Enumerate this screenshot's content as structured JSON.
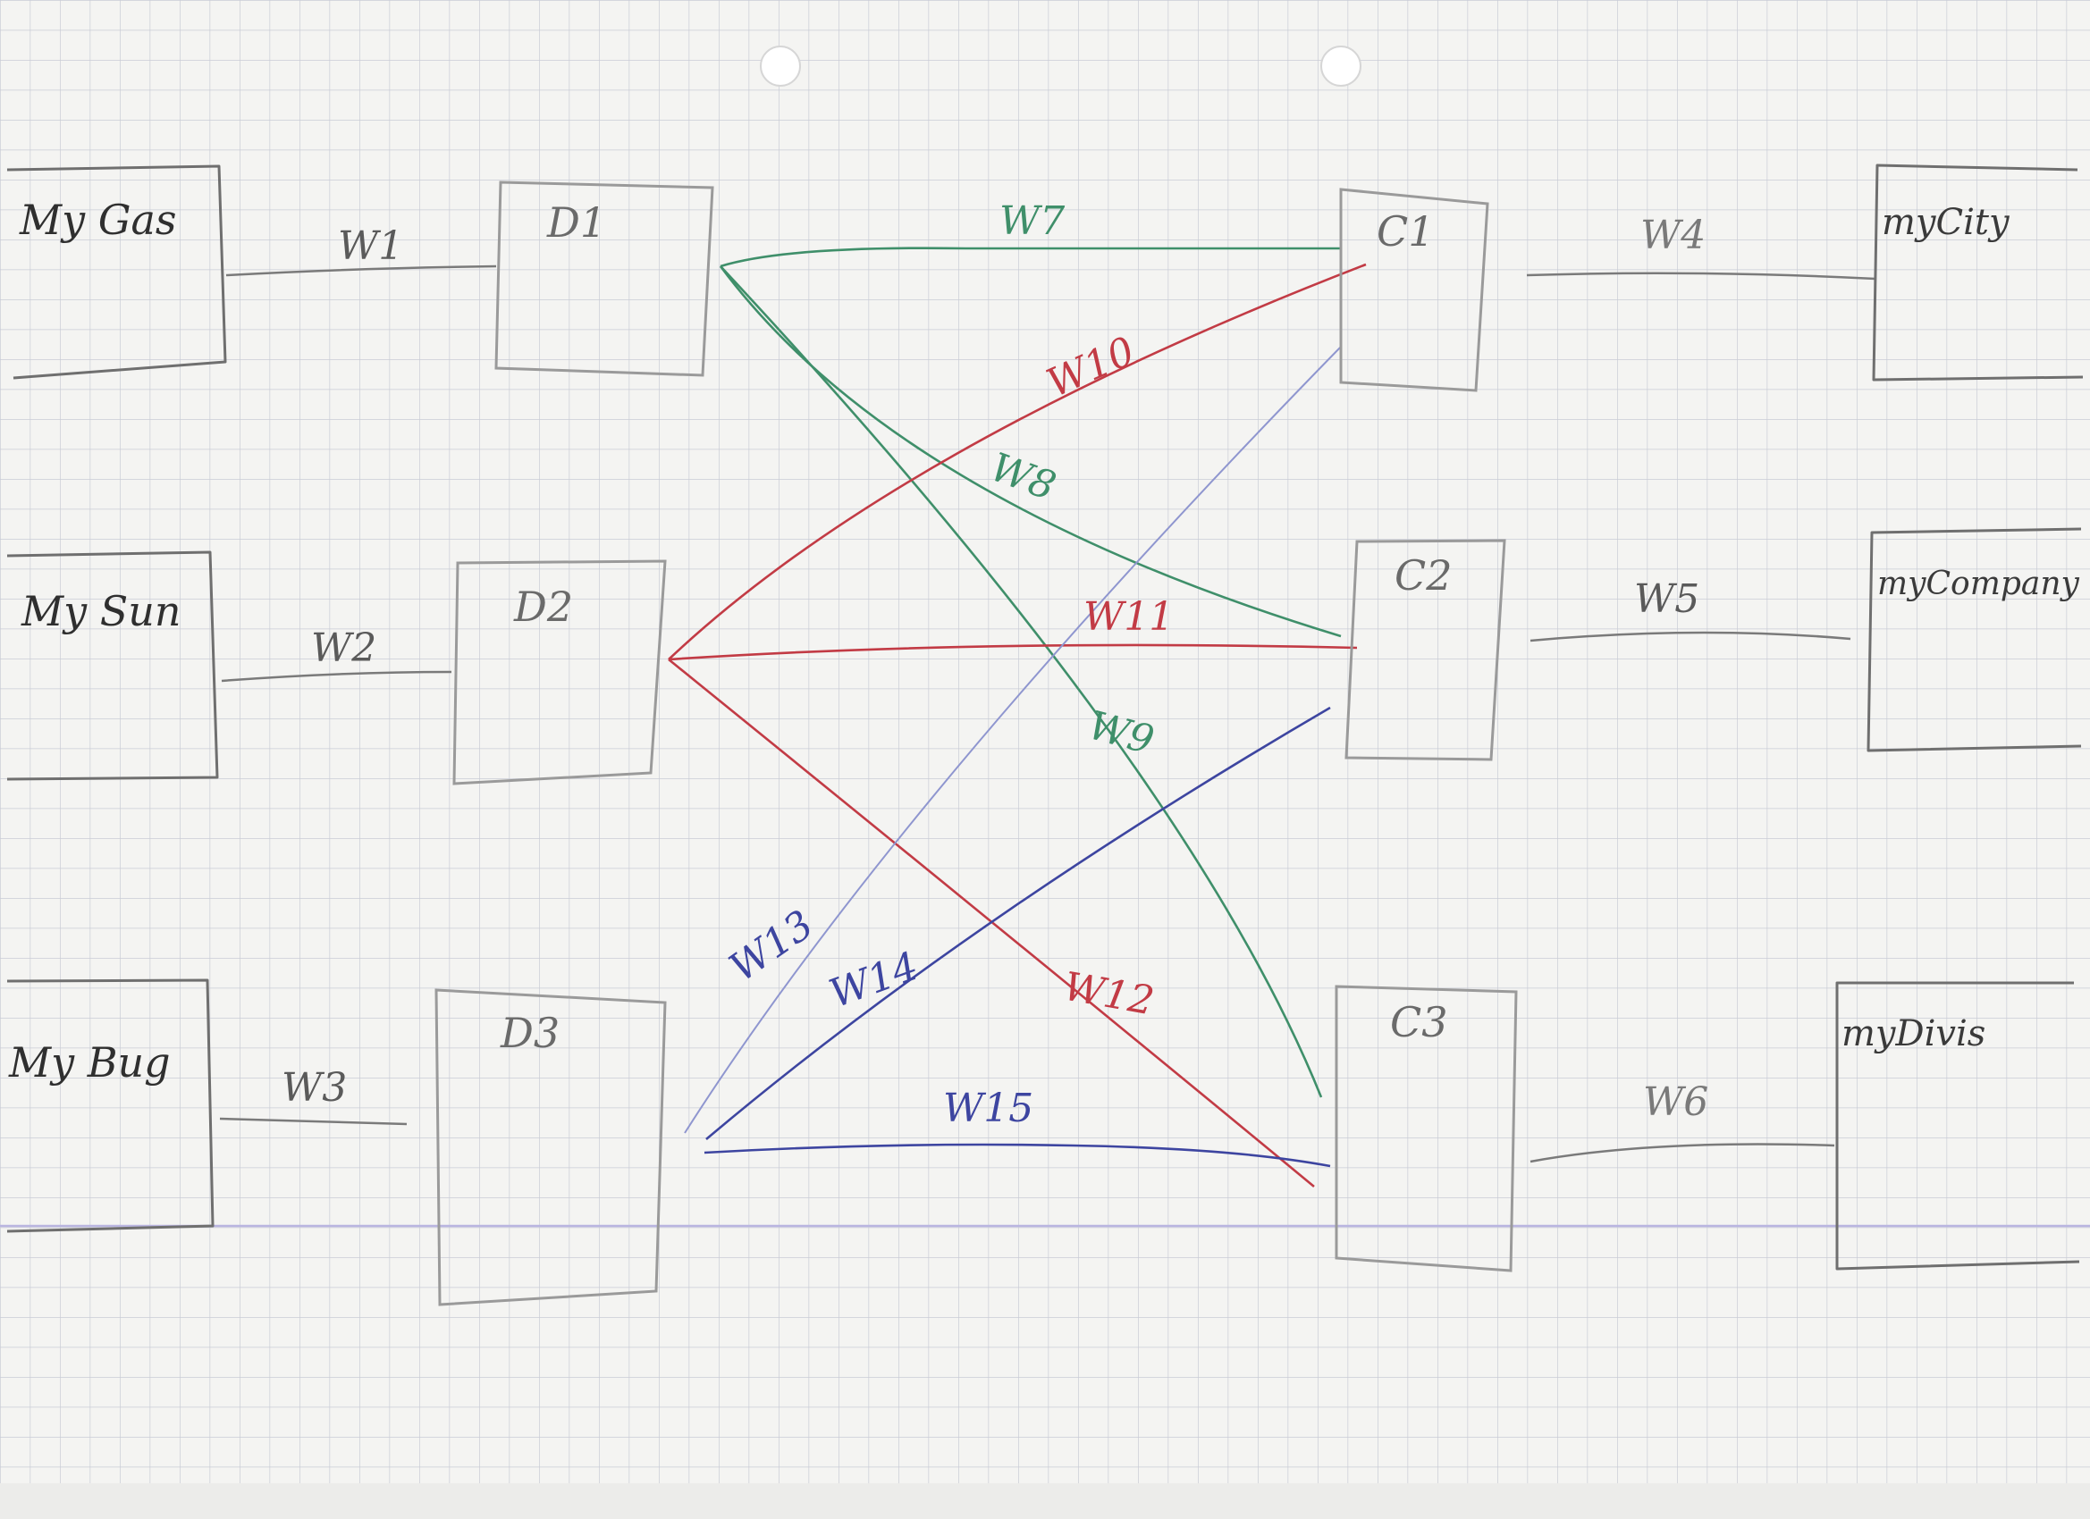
{
  "colors": {
    "paper": "#f4f4f2",
    "grid": "#c9ccd6",
    "pencil": "#6f6f6f",
    "pencil_light": "#9a9a9a",
    "green": "#3f8f6a",
    "red": "#c23b45",
    "blue": "#3d45a0",
    "blue_light": "#8f96cf",
    "margin_rule": "#b9b5e0"
  },
  "sources": [
    "My Gas",
    "My Sun",
    "My Bug"
  ],
  "d_nodes": [
    "D1",
    "D2",
    "D3"
  ],
  "c_nodes": [
    "C1",
    "C2",
    "C3"
  ],
  "targets": [
    "myCity",
    "myCompany",
    "myDivis"
  ],
  "wires": {
    "w1": "W1",
    "w2": "W2",
    "w3": "W3",
    "w4": "W4",
    "w5": "W5",
    "w6": "W6",
    "w7": "W7",
    "w8": "W8",
    "w9": "W9",
    "w10": "W10",
    "w11": "W11",
    "w12": "W12",
    "w13": "W13",
    "w14": "W14",
    "w15": "W15"
  }
}
